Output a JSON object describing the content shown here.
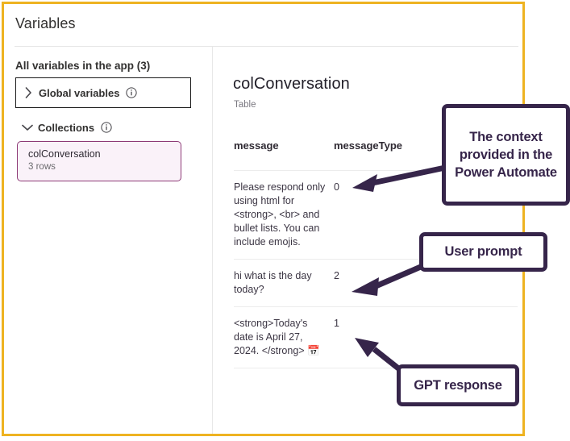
{
  "panel": {
    "title": "Variables"
  },
  "sidebar": {
    "all_variables_label": "All variables in the app (3)",
    "global_variables": {
      "label": "Global variables",
      "chevron": "chevron-right-icon",
      "info": "info-icon"
    },
    "collections": {
      "label": "Collections",
      "chevron": "chevron-down-icon",
      "info": "info-icon"
    },
    "collection_items": [
      {
        "name": "colConversation",
        "rows": "3 rows"
      }
    ]
  },
  "main": {
    "title": "colConversation",
    "subtitle": "Table",
    "table": {
      "columns": [
        "message",
        "messageType"
      ],
      "rows": [
        {
          "message": "Please respond only using html for <strong>, <br> and bullet lists. You can include emojis.",
          "messageType": "0"
        },
        {
          "message": "hi what is the day today?",
          "messageType": "2"
        },
        {
          "message": "<strong>Today's date is April 27, 2024. </strong> 📅",
          "messageType": "1"
        }
      ]
    }
  },
  "annotations": [
    {
      "id": "context-callout",
      "text": "The context provided in the Power Automate"
    },
    {
      "id": "user-prompt-callout",
      "text": "User prompt"
    },
    {
      "id": "gpt-response-callout",
      "text": "GPT response"
    }
  ],
  "colors": {
    "highlight_frame": "#eeb321",
    "annotation": "#36254a",
    "collection_accent": "#8d3a76",
    "collection_fill": "#faf2f9",
    "text": "#323130"
  }
}
